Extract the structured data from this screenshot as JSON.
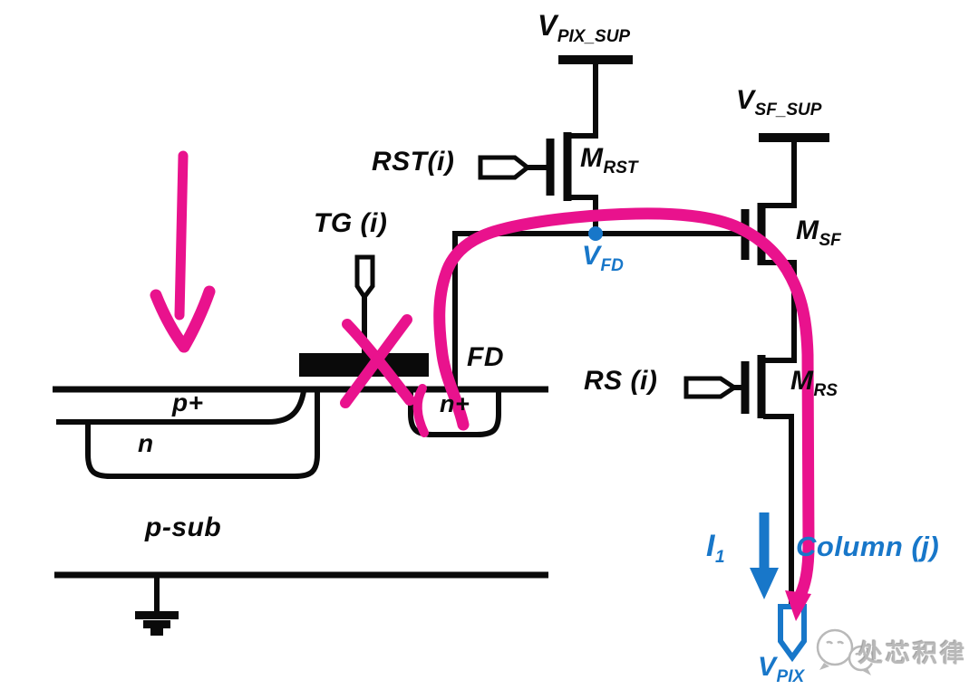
{
  "diagram": {
    "title": "4T CMOS image-sensor pixel: photodiode cross-section with readout schematic",
    "colors": {
      "line": "#0a0a0a",
      "magenta": "#E9128D",
      "blue": "#1877C9",
      "watermark_gray": "#b9b9b9"
    },
    "labels": {
      "v_pix_sup": {
        "main": "V",
        "sub": "PIX_SUP"
      },
      "v_sf_sup": {
        "main": "V",
        "sub": "SF_SUP"
      },
      "m_rst": {
        "main": "M",
        "sub": "RST"
      },
      "m_sf": {
        "main": "M",
        "sub": "SF"
      },
      "m_rs": {
        "main": "M",
        "sub": "RS"
      },
      "v_fd": {
        "main": "V",
        "sub": "FD"
      },
      "v_pix": {
        "main": "V",
        "sub": "PIX"
      },
      "i1": {
        "main": "I",
        "sub": "1"
      },
      "rst": "RST(i)",
      "tg": "TG (i)",
      "rs": "RS (i)",
      "fd": "FD",
      "column": "Column (j)",
      "p_plus": "p+",
      "n_well": "n",
      "n_plus": "n+",
      "p_sub": "p-sub",
      "watermark": "处芯积律"
    }
  }
}
